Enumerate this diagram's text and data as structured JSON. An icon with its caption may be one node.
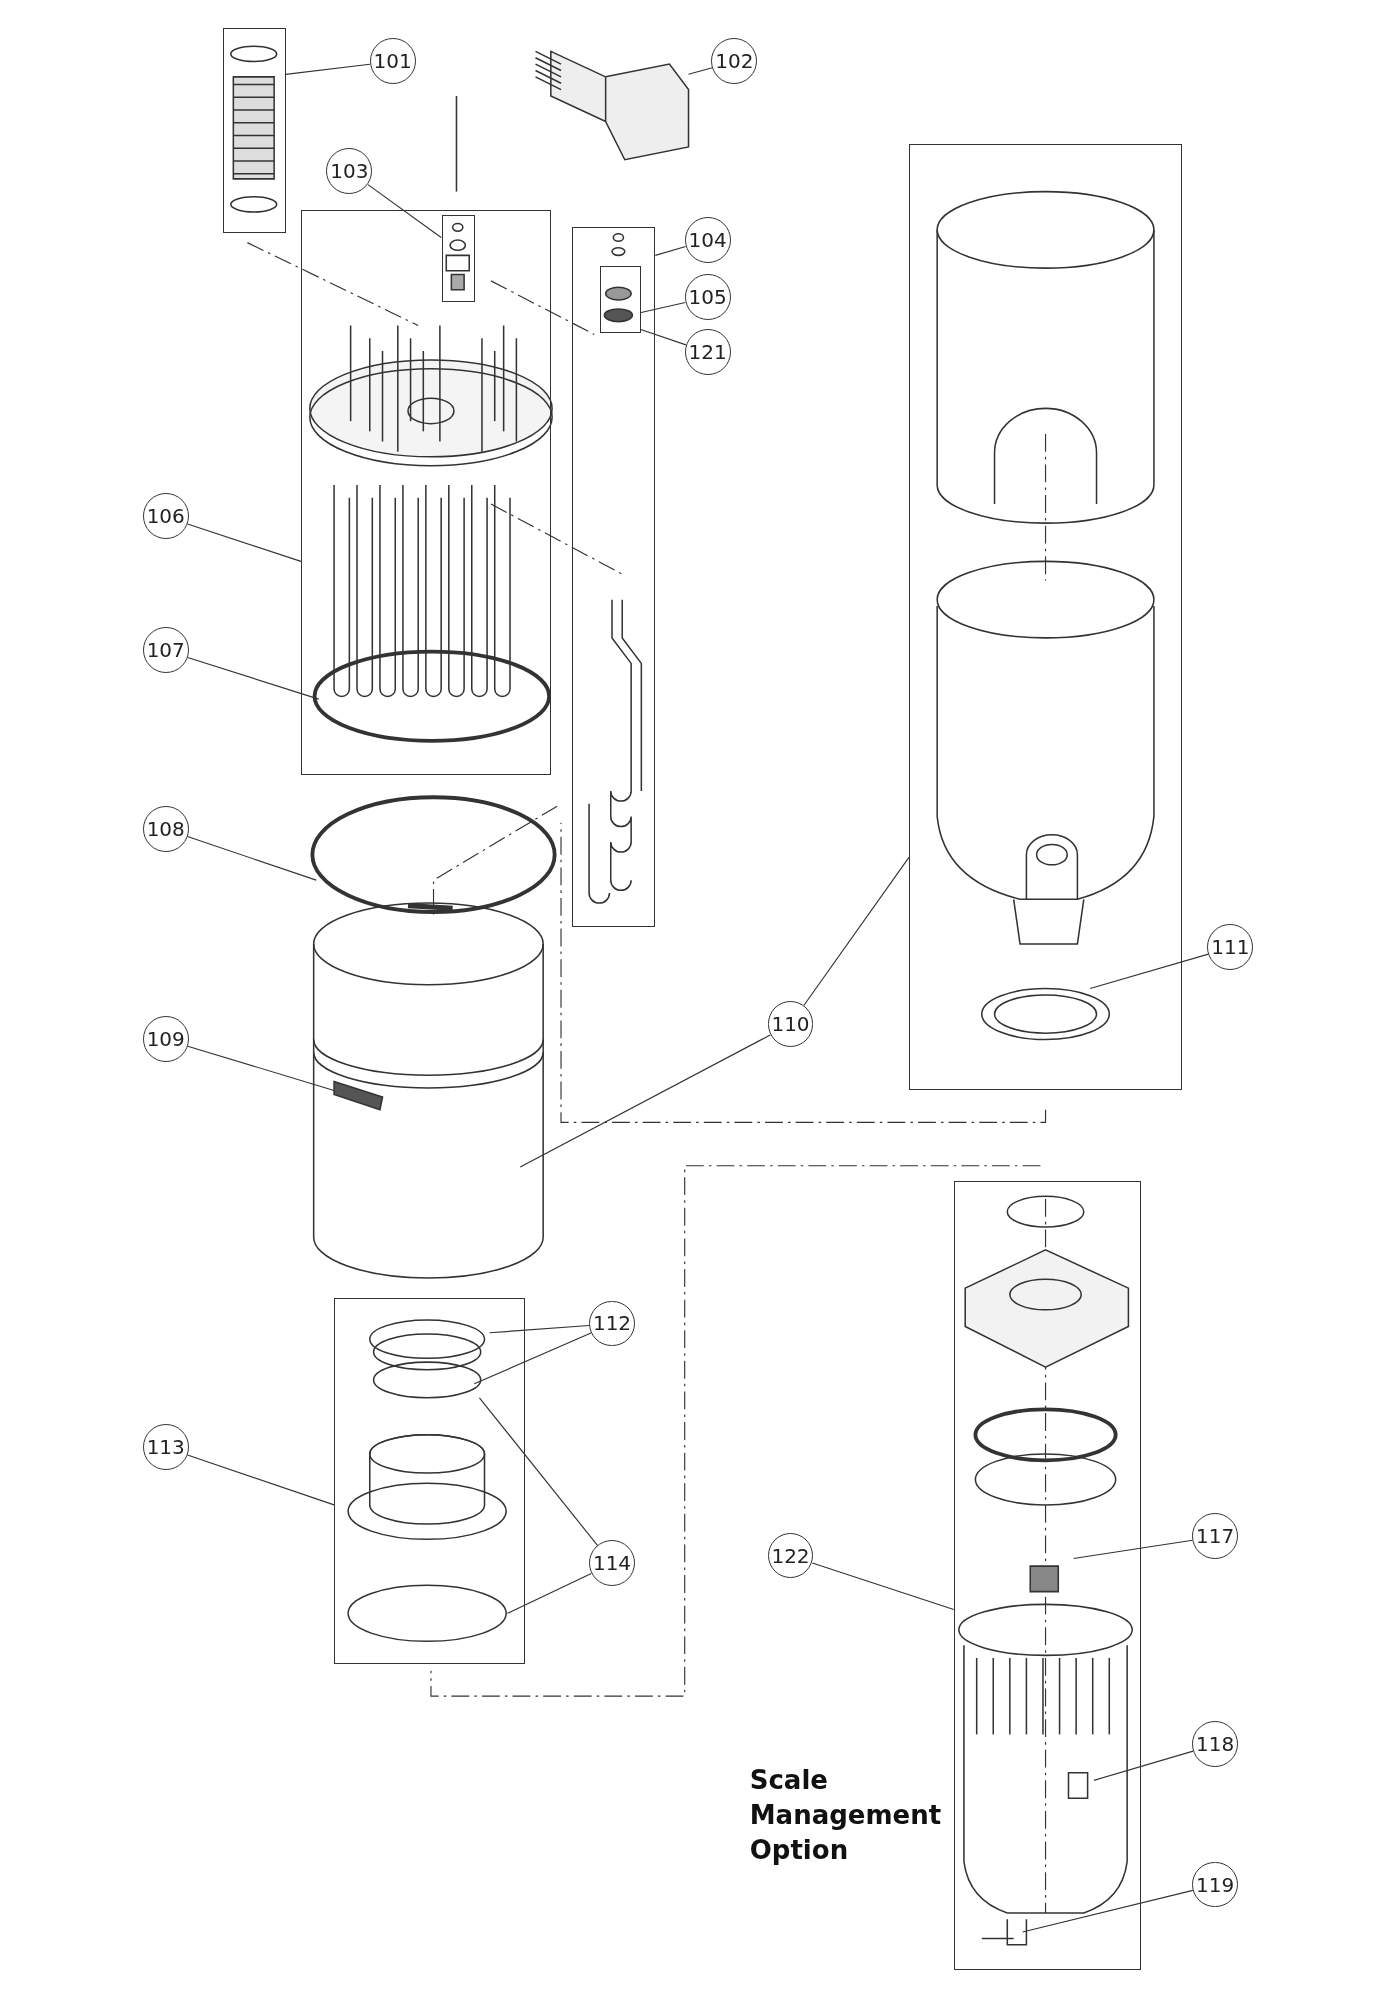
{
  "diagram": {
    "nodes": [
      {
        "text": [
          "101"
        ]
      },
      {
        "text": [
          "102"
        ]
      },
      {
        "text": [
          "103"
        ]
      },
      {
        "text": [
          "104"
        ]
      },
      {
        "text": [
          "105"
        ]
      },
      {
        "text": [
          "121"
        ]
      },
      {
        "text": [
          "106"
        ]
      },
      {
        "text": [
          "107"
        ]
      },
      {
        "text": [
          "108"
        ]
      },
      {
        "text": [
          "109"
        ]
      },
      {
        "text": [
          "110"
        ]
      },
      {
        "text": [
          "111"
        ]
      },
      {
        "text": [
          "112"
        ]
      },
      {
        "text": [
          "113"
        ]
      },
      {
        "text": [
          "114"
        ]
      },
      {
        "text": [
          "122"
        ]
      },
      {
        "text": [
          "117"
        ]
      },
      {
        "text": [
          "118"
        ]
      },
      {
        "text": [
          "119"
        ]
      },
      {
        "text": [],
        "shape": "box"
      },
      {
        "text": [],
        "shape": "box"
      },
      {
        "text": [],
        "shape": "box",
        "in": 20
      },
      {
        "text": [],
        "shape": "box"
      },
      {
        "text": [],
        "shape": "box",
        "in": 22
      },
      {
        "text": [],
        "shape": "box"
      },
      {
        "text": [],
        "shape": "box"
      },
      {
        "text": [],
        "shape": "box",
        "beside": [
          "Scale Management Option"
        ]
      },
      {
        "text": [],
        "shape": "circle",
        "in": 20
      }
    ],
    "edges": [
      {
        "from": 0,
        "to": 19,
        "arrow": "none"
      },
      {
        "from": 1,
        "to": null,
        "arrow": "none"
      },
      {
        "from": 2,
        "to": 21,
        "arrow": "none"
      },
      {
        "from": 3,
        "to": 22,
        "arrow": "none"
      },
      {
        "from": 4,
        "to": 23,
        "arrow": "none"
      },
      {
        "from": 5,
        "to": 23,
        "arrow": "none"
      },
      {
        "from": 6,
        "to": 20,
        "arrow": "none"
      },
      {
        "from": 7,
        "to": 27,
        "arrow": "none"
      },
      {
        "from": 8,
        "to": null,
        "arrow": "none"
      },
      {
        "from": 9,
        "to": null,
        "arrow": "none"
      },
      {
        "from": 10,
        "to": null,
        "arrow": "none"
      },
      {
        "from": 10,
        "to": 24,
        "arrow": "none"
      },
      {
        "from": 11,
        "to": 24,
        "arrow": "none"
      },
      {
        "from": 12,
        "to": 25,
        "arrow": "none"
      },
      {
        "from": 12,
        "to": 25,
        "arrow": "none"
      },
      {
        "from": 13,
        "to": 25,
        "arrow": "none"
      },
      {
        "from": 14,
        "to": 25,
        "arrow": "none"
      },
      {
        "from": 14,
        "to": 25,
        "arrow": "none"
      },
      {
        "from": 15,
        "to": 26,
        "arrow": "none"
      },
      {
        "from": 16,
        "to": 26,
        "arrow": "none"
      },
      {
        "from": 17,
        "to": 26,
        "arrow": "none"
      },
      {
        "from": 18,
        "to": 26,
        "arrow": "none"
      }
    ]
  }
}
